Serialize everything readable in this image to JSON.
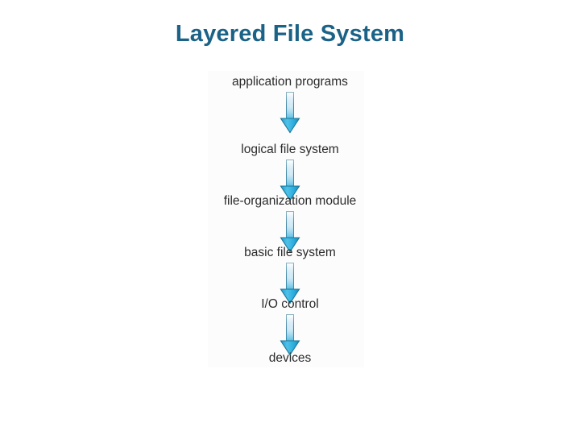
{
  "slide": {
    "title": "Layered File System",
    "title_color": "#1b6287",
    "background_color": "#ffffff"
  },
  "figure": {
    "panel_background": "#fcfcfc",
    "arrow_icon_name": "down-arrow-icon",
    "arrow_head_color": "#29abdc",
    "arrow_shaft_gradient": [
      "#ffffff",
      "#bcd9e8",
      "#5bc0e4"
    ],
    "arrow_outline_color": "#1a6e8e",
    "label_color": "#2b2b2b",
    "layers": [
      {
        "label": "application programs"
      },
      {
        "label": "logical file system"
      },
      {
        "label": "file-organization module"
      },
      {
        "label": "basic file system"
      },
      {
        "label": "I/O control"
      },
      {
        "label": "devices"
      }
    ],
    "arrows": [
      {
        "from": "application programs",
        "to": "logical file system"
      },
      {
        "from": "logical file system",
        "to": "file-organization module"
      },
      {
        "from": "file-organization module",
        "to": "basic file system"
      },
      {
        "from": "basic file system",
        "to": "I/O control"
      },
      {
        "from": "I/O control",
        "to": "devices"
      }
    ]
  }
}
